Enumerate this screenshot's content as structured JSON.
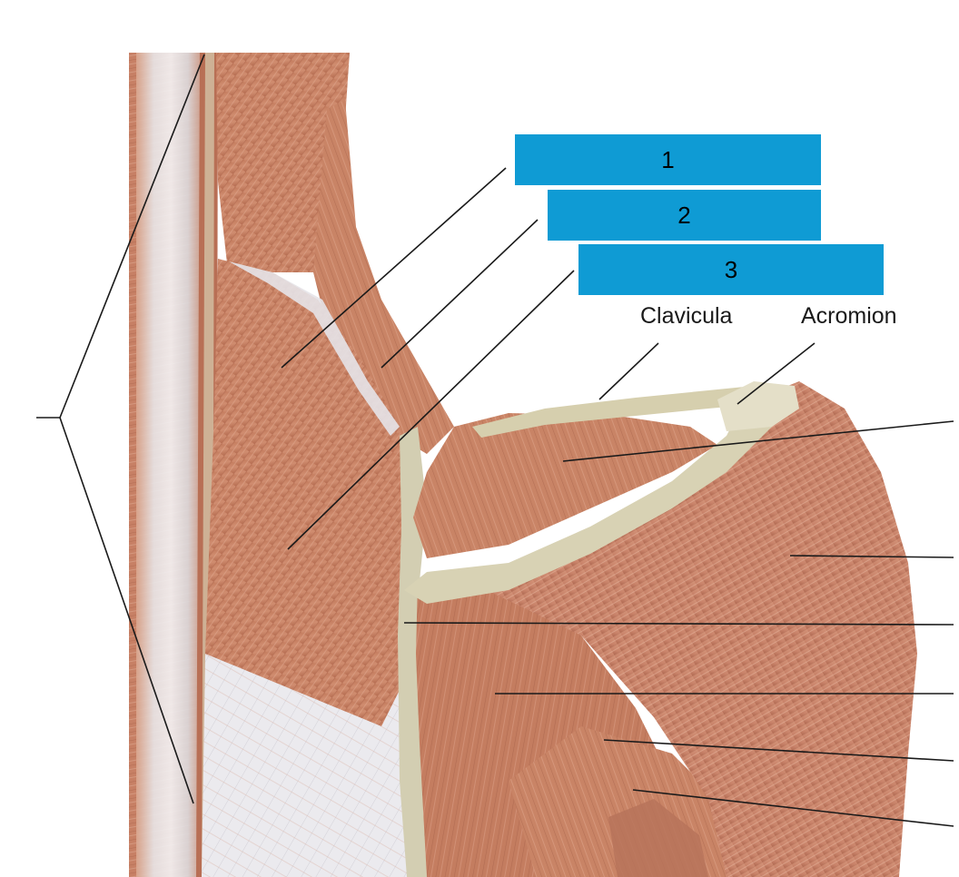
{
  "labels": {
    "box1": "1",
    "box2": "2",
    "box3": "3",
    "clavicula": "Clavicula",
    "acromion": "Acromion"
  },
  "colors": {
    "label_box": "#0f9bd4",
    "muscle": "#c98466",
    "muscle_dark": "#a55e45",
    "tendon": "#d8d4ba",
    "fascia": "#e9e9ec",
    "leader_line": "#1a1a1a"
  }
}
